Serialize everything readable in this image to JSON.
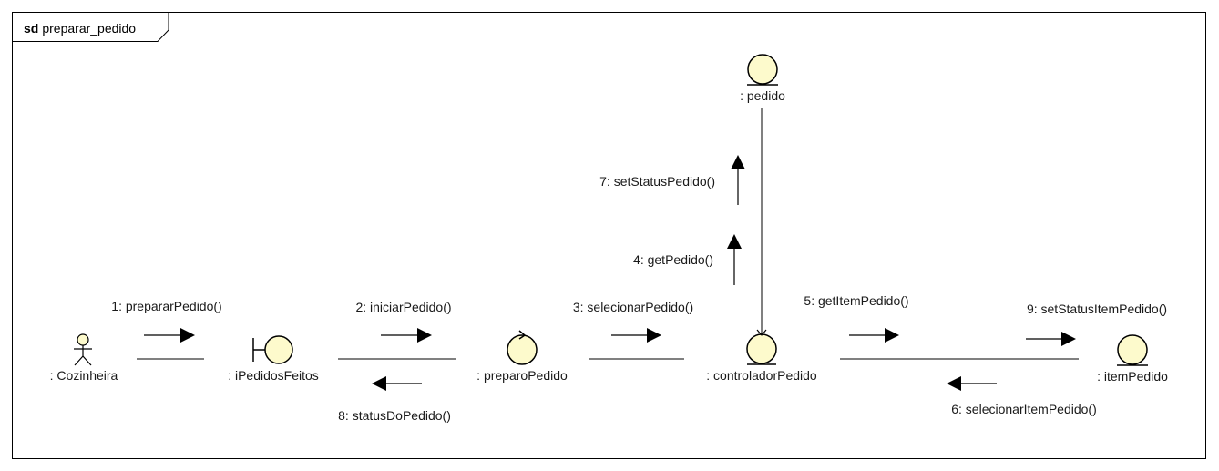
{
  "frame": {
    "keyword": "sd",
    "name": "preparar_pedido"
  },
  "objects": {
    "cozinheira": ": Cozinheira",
    "ipedidos": ": iPedidosFeitos",
    "preparo": ": preparoPedido",
    "controlador": ": controladorPedido",
    "itempedido": ": itemPedido",
    "pedido": ": pedido"
  },
  "messages": {
    "m1": "1: prepararPedido()",
    "m2": "2: iniciarPedido()",
    "m3": "3: selecionarPedido()",
    "m4": "4: getPedido()",
    "m5": "5: getItemPedido()",
    "m6": "6: selecionarItemPedido()",
    "m7": "7: setStatusPedido()",
    "m8": "8: statusDoPedido()",
    "m9": "9: setStatusItemPedido()"
  },
  "colors": {
    "object_fill": "#fdfacc",
    "line": "#000000"
  }
}
